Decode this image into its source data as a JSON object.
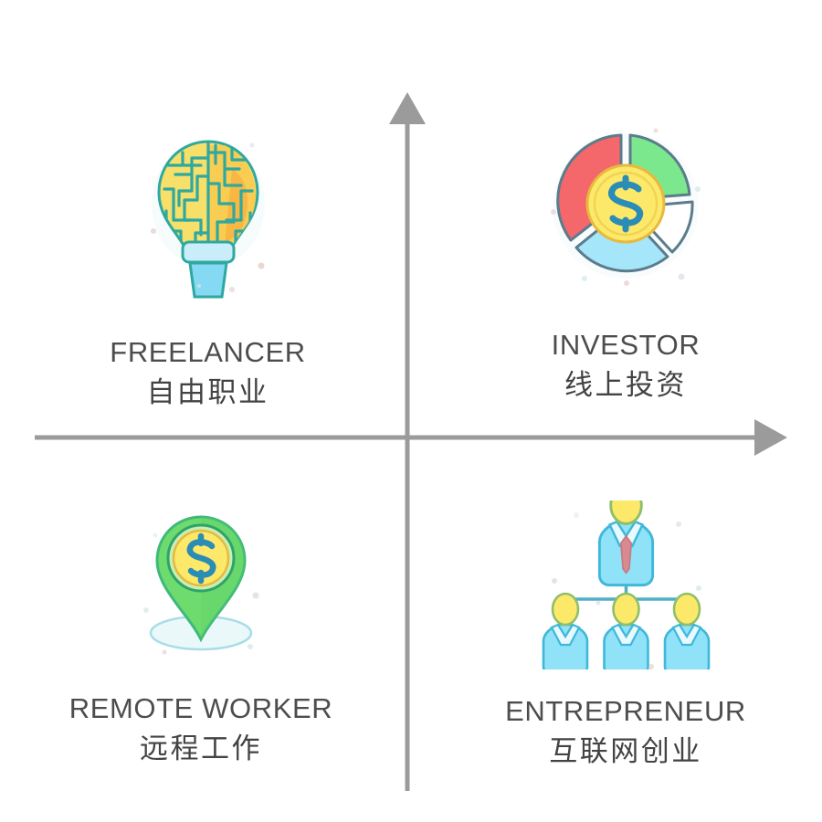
{
  "diagram": {
    "type": "two-by-two-quadrant-matrix",
    "background_color": "#ffffff",
    "axis": {
      "color": "#9b9b9b",
      "vertical_name": "vertical-axis",
      "horizontal_name": "horizontal-axis"
    },
    "quadrants": [
      {
        "id": "freelancer",
        "position": "top-left",
        "title": "FREELANCER",
        "subtitle": "自由职业",
        "icon": "brain-lightbulb-icon",
        "icon_colors": {
          "bulb_fill": "#F7E06A",
          "bulb_accent": "#F9B93D",
          "outline": "#2FA8A0",
          "base": "#86D9F2"
        }
      },
      {
        "id": "investor",
        "position": "top-right",
        "title": "INVESTOR",
        "subtitle": "线上投资",
        "icon": "pie-chart-coin-icon",
        "icon_colors": {
          "slice_red": "#F4676B",
          "slice_green": "#7CE88D",
          "slice_white": "#FFFFFF",
          "slice_blue": "#A5E6FA",
          "coin_fill": "#FCE96A",
          "dollar": "#2B8CB5",
          "outline": "#5A7C8C"
        }
      },
      {
        "id": "remote-worker",
        "position": "bottom-left",
        "title": "REMOTE WORKER",
        "subtitle": "远程工作",
        "icon": "map-pin-coin-icon",
        "icon_colors": {
          "pin_fill": "#6EDB6E",
          "pin_edge": "#3FB87A",
          "coin_fill": "#FCE96A",
          "dollar": "#2B8CB5",
          "shadow": "#CFEFF5"
        }
      },
      {
        "id": "entrepreneur",
        "position": "bottom-right",
        "title": "ENTREPRENEUR",
        "subtitle": "互联网创业",
        "icon": "org-chart-people-icon",
        "icon_colors": {
          "body_fill": "#8FE2F7",
          "shirt": "#E8F9FF",
          "head": "#FCE96A",
          "tie": "#D98A90",
          "outline": "#3FB8D9",
          "connector": "#4FAFC6"
        }
      }
    ]
  }
}
